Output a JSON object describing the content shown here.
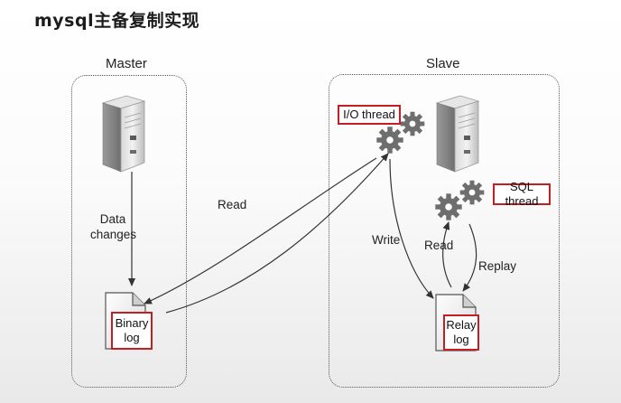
{
  "title": "mysql主备复制实现",
  "master": {
    "label": "Master",
    "data_changes_label": "Data\nchanges",
    "binary_log_label": "Binary\nlog"
  },
  "slave": {
    "label": "Slave",
    "io_thread_label": "I/O thread",
    "sql_thread_label": "SQL thread",
    "relay_log_label": "Relay\nlog",
    "write_label": "Write",
    "read_label": "Read",
    "replay_label": "Replay"
  },
  "read_label": "Read",
  "colors": {
    "highlight": "#c41e25",
    "arrow": "#333333",
    "gear": "#6e6e6e"
  },
  "icons": [
    "server-icon",
    "gear-icon",
    "document-icon"
  ]
}
